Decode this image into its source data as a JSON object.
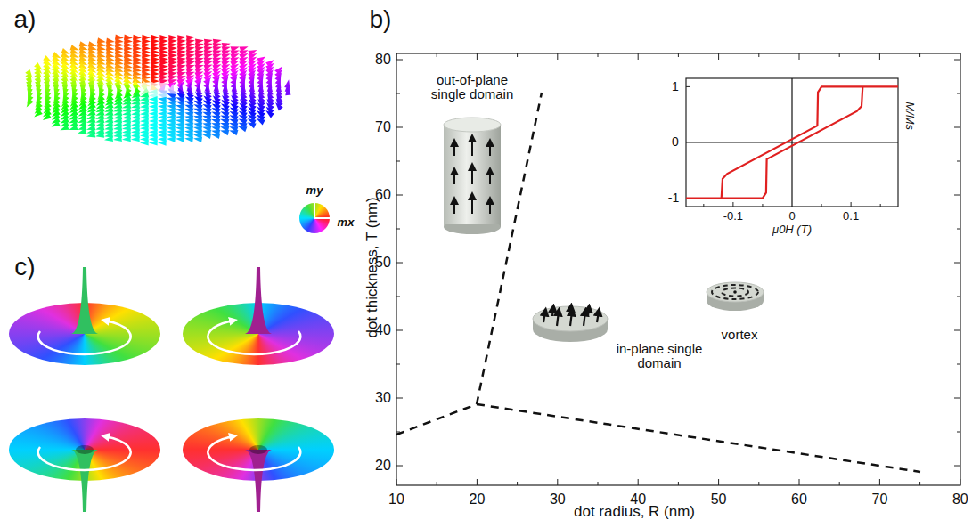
{
  "diagram": {
    "labels": [
      "a)",
      "b)",
      "c)",
      "my",
      "mx",
      "out-of-plane single domain",
      "vortex",
      "in-plane single domain",
      "dot thickness, T (nm)",
      "dot radius, R (nm)",
      "10",
      "20",
      "30",
      "40",
      "50",
      "60",
      "70",
      "80",
      "20",
      "30",
      "40",
      "50",
      "60",
      "70",
      "80",
      "M/Ms",
      "μ0H (T)",
      "1",
      "0",
      "-1",
      "-0.1",
      "0",
      "0.1"
    ]
  }
}
